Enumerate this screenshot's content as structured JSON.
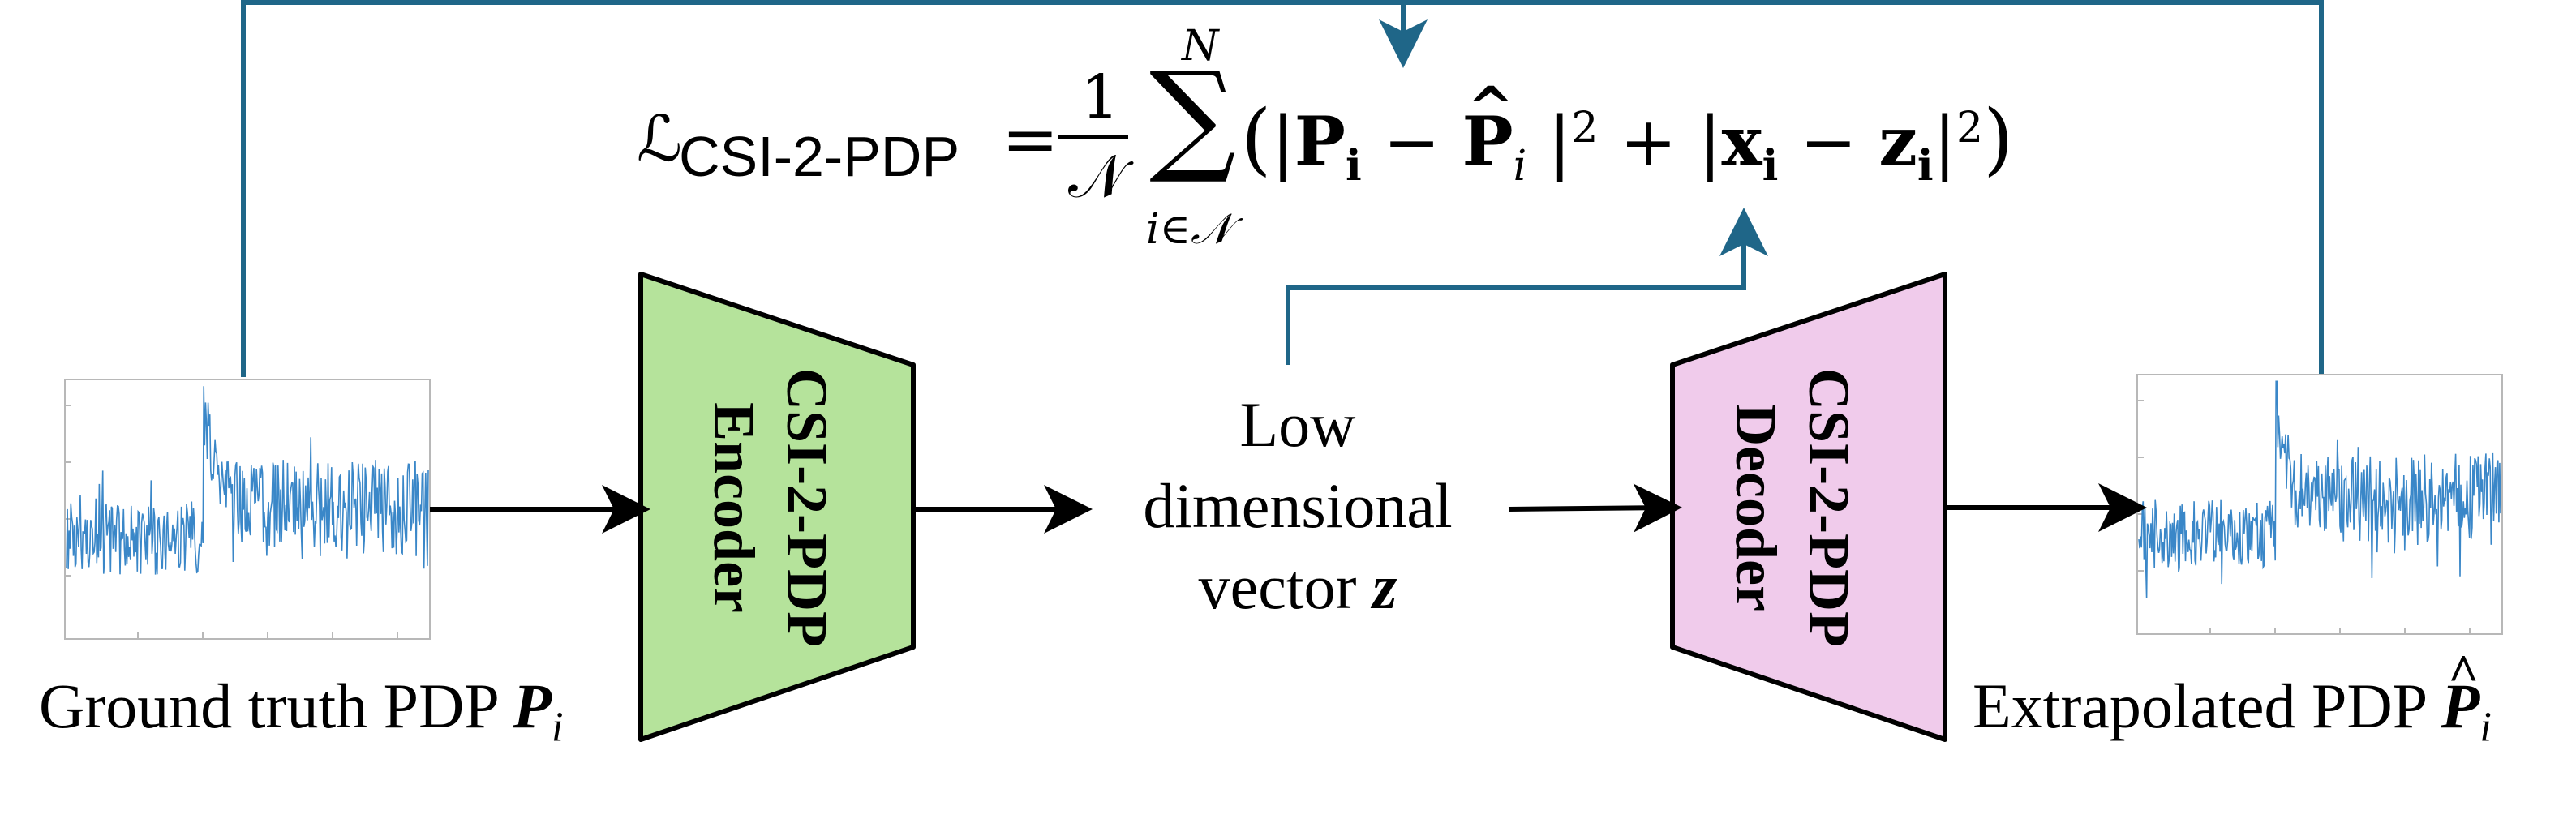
{
  "colors": {
    "feedback_line": "#1f6688",
    "signal": "#3a87c8",
    "encoder_fill": "#b5e39b",
    "decoder_fill": "#f0cbeb",
    "outline": "#000000"
  },
  "loss": {
    "script_l": "ℒ",
    "subscript": "CSI-2-PDP",
    "equals": "=",
    "frac_num": "1",
    "frac_den": "𝒩",
    "sum_top": "N",
    "sum_bottom": "i∈𝒩",
    "term1_a": "P",
    "term1_a_sub": "i",
    "minus": "−",
    "term1_b": "P",
    "term1_b_sub": "i",
    "plus": "+",
    "term2_a": "x",
    "term2_a_sub": "i",
    "term2_b": "z",
    "term2_b_sub": "i",
    "exponent": "2"
  },
  "encoder": {
    "line1": "CSI-2-PDP",
    "line2": "Encoder"
  },
  "decoder": {
    "line1": "CSI-2-PDP",
    "line2": "Decoder"
  },
  "latent": {
    "line1": "Low",
    "line2": "dimensional",
    "line3_prefix": "vector",
    "line3_var": "z"
  },
  "input_caption": {
    "text": "Ground truth PDP",
    "var": "P",
    "sub": "i"
  },
  "output_caption": {
    "text": "Extrapolated PDP",
    "var": "P",
    "sub": "i"
  }
}
